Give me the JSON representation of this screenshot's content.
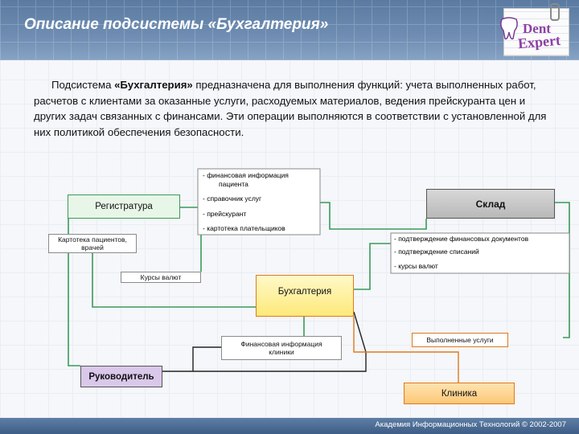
{
  "title": "Описание подсистемы «Бухгалтерия»",
  "logo": {
    "line1": "Dent",
    "line2": "Expert"
  },
  "intro": {
    "lead": "Подсистема ",
    "emph": "«Бухгалтерия»",
    "rest": " предназначена для выполнения функций: учета выполненных работ, расчетов с клиентами за оказанные услуги, расходуемых материалов, ведения прейскуранта цен и других задач связанных с финансами. Эти операции выполняются в соответствии с установленной для них политикой обеспечения безопасности."
  },
  "diagram": {
    "nodes": {
      "registratura": "Регистратура",
      "sklad": "Склад",
      "buhgalteria": "Бухгалтерия",
      "rukovoditel": "Руководитель",
      "klinika": "Клиника"
    },
    "labels": {
      "fin_info_patient_1": "- финансовая информация",
      "fin_info_patient_2": "пациента",
      "price_list_services": "- справочник услуг",
      "price_list": "- прейскурант",
      "payers_card": "- картотека плательщиков",
      "card_patients": "Картотека пациентов, врачей",
      "exchange_rates_left": "Курсы валют",
      "confirm_fin_docs": "- подтверждение финансовых документов",
      "confirm_writeoffs": "- подтверждение списаний",
      "exchange_rates_right": "- курсы валют",
      "fin_info_clinic": "Финансовая информация клиники",
      "completed_services": "Выполненные услуги"
    }
  },
  "footer": "Академия Информационных Технологий © 2002-2007"
}
